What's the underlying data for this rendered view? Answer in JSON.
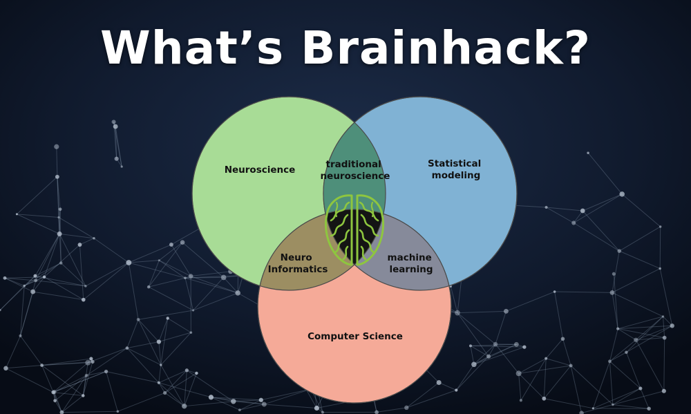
{
  "title": "What’s Brainhack?",
  "diagram": {
    "sets": [
      {
        "id": "neuroscience",
        "label": "Neuroscience",
        "color": "#a8dc96"
      },
      {
        "id": "statistical-modeling",
        "label_lines": [
          "Statistical",
          "modeling"
        ],
        "color": "#80b2d4"
      },
      {
        "id": "computer-science",
        "label": "Computer Science",
        "color": "#f5aa98"
      }
    ],
    "intersections": [
      {
        "id": "traditional-neuroscience",
        "sets": [
          "neuroscience",
          "statistical-modeling"
        ],
        "label_lines": [
          "traditional",
          "neuroscience"
        ],
        "color": "#4e8f7a"
      },
      {
        "id": "neuro-informatics",
        "sets": [
          "neuroscience",
          "computer-science"
        ],
        "label_lines": [
          "Neuro",
          "Informatics"
        ],
        "color": "#9c8e62"
      },
      {
        "id": "machine-learning",
        "sets": [
          "statistical-modeling",
          "computer-science"
        ],
        "label_lines": [
          "machine",
          "learning"
        ],
        "color": "#868a9a"
      },
      {
        "id": "center",
        "sets": [
          "neuroscience",
          "statistical-modeling",
          "computer-science"
        ],
        "icon": "brain-icon",
        "color": "#141414",
        "icon_color": "#8ec63f"
      }
    ]
  }
}
